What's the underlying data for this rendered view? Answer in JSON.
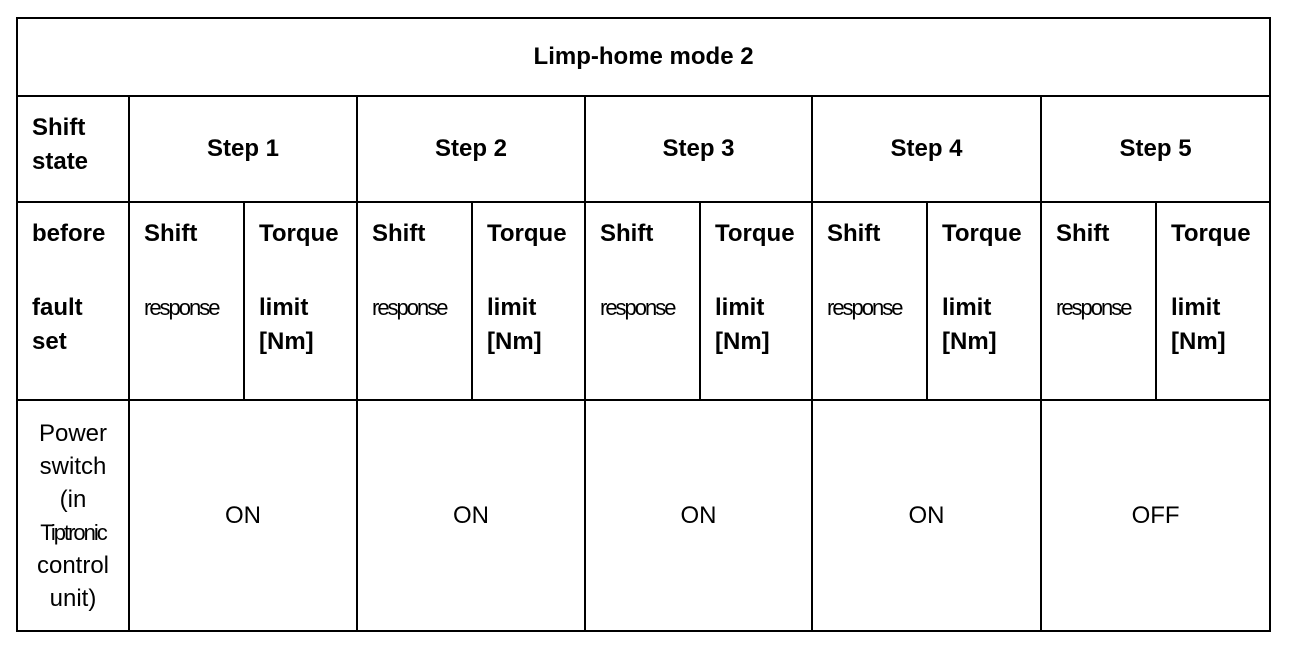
{
  "table": {
    "title": "Limp-home mode 2",
    "shift_state_label": [
      "Shift",
      "state"
    ],
    "before_fault_label": [
      "before",
      "fault",
      "set"
    ],
    "steps": [
      {
        "label": "Step 1",
        "shift_head": "Shift",
        "shift_body": "response",
        "torque_head": "Torque",
        "torque_body": [
          "limit",
          "[Nm]"
        ],
        "power_value": "ON"
      },
      {
        "label": "Step 2",
        "shift_head": "Shift",
        "shift_body": "response",
        "torque_head": "Torque",
        "torque_body": [
          "limit",
          "[Nm]"
        ],
        "power_value": "ON"
      },
      {
        "label": "Step 3",
        "shift_head": "Shift",
        "shift_body": "response",
        "torque_head": "Torque",
        "torque_body": [
          "limit",
          "[Nm]"
        ],
        "power_value": "ON"
      },
      {
        "label": "Step 4",
        "shift_head": "Shift",
        "shift_body": "response",
        "torque_head": "Torque",
        "torque_body": [
          "limit",
          "[Nm]"
        ],
        "power_value": "ON"
      },
      {
        "label": "Step 5",
        "shift_head": "Shift",
        "shift_body": "response",
        "torque_head": "Torque",
        "torque_body": [
          "limit",
          "[Nm]"
        ],
        "power_value": "OFF"
      }
    ],
    "power_row_label": [
      "Power",
      "switch",
      "(in",
      "Tiptronic",
      "control",
      "unit)"
    ]
  }
}
